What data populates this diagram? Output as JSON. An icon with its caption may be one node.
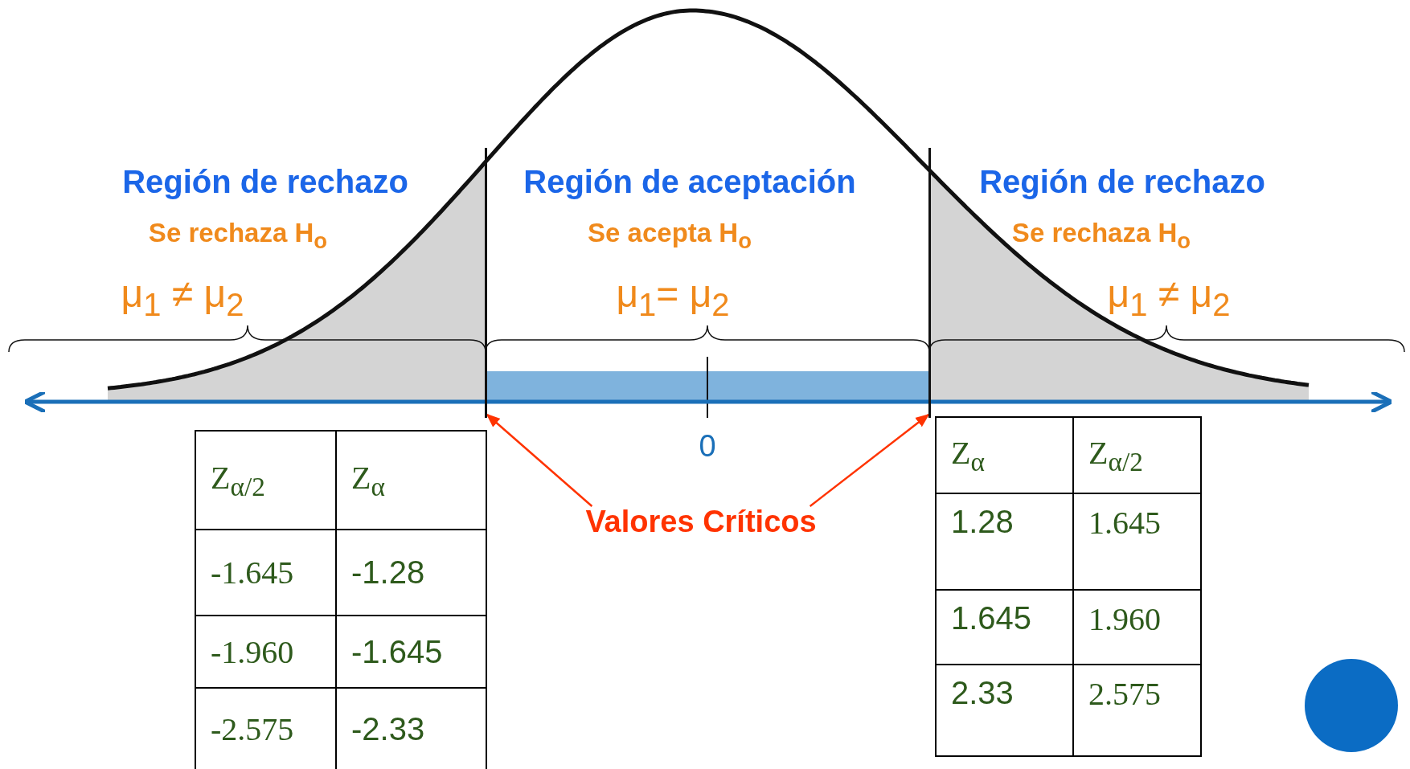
{
  "diagram": {
    "nodes": [
      {
        "text": [],
        "shape": "bar"
      },
      {
        "text": [],
        "shape": "bar"
      },
      {
        "text": [
          "Valores Críticos"
        ]
      },
      {
        "text": [],
        "shape": "circle"
      }
    ],
    "edges": [
      {
        "from": 2,
        "to": 0,
        "arrow": "to"
      },
      {
        "from": 2,
        "to": 1,
        "arrow": "to"
      }
    ],
    "labels": [
      "Región de rechazo",
      "Región de aceptación",
      "Región de rechazo",
      "Se rechaza H$_{o}$",
      "Se acepta H$_{o}$",
      "Se rechaza H$_{o}$",
      "μ$_{1}$ ≠ μ$_{2}$",
      "μ$_{1}$= μ$_{2}$",
      "μ$_{1}$ ≠ μ$_{2}$",
      "0",
      "Z$_{α/2}$",
      "Z$_{α}$",
      "-1.645",
      "-1.28",
      "-1.960",
      "-1.645",
      "-2.575",
      "-2.33",
      "Z$_{α}$",
      "Z$_{α/2}$",
      "1.28",
      "1.645",
      "1.645",
      "1.960",
      "2.33",
      "2.575"
    ]
  }
}
